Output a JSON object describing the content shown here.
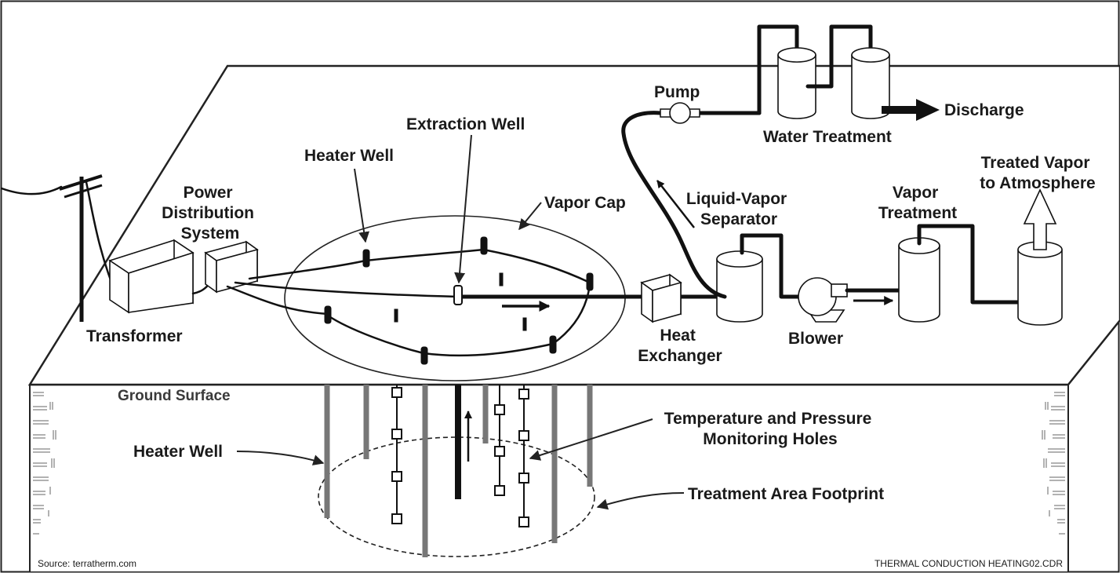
{
  "labels": {
    "power_distribution": [
      "Power",
      "Distribution",
      "System"
    ],
    "transformer": "Transformer",
    "heater_well_top": "Heater Well",
    "extraction_well": "Extraction Well",
    "vapor_cap": "Vapor Cap",
    "pump": "Pump",
    "water_treatment": "Water Treatment",
    "discharge": "Discharge",
    "treated_vapor": [
      "Treated Vapor",
      "to Atmosphere"
    ],
    "vapor_treatment": [
      "Vapor",
      "Treatment"
    ],
    "liquid_vapor_separator": [
      "Liquid-Vapor",
      "Separator"
    ],
    "heat_exchanger": [
      "Heat",
      "Exchanger"
    ],
    "blower": "Blower",
    "ground_surface": "Ground Surface",
    "heater_well_bottom": "Heater Well",
    "monitoring_holes": [
      "Temperature and Pressure",
      "Monitoring Holes"
    ],
    "treatment_footprint": "Treatment Area Footprint",
    "source": "Source: terratherm.com",
    "file_name": "THERMAL CONDUCTION HEATING02.CDR"
  },
  "colors": {
    "line": "#111111",
    "ground_wells": "#777777",
    "background": "#ffffff"
  }
}
